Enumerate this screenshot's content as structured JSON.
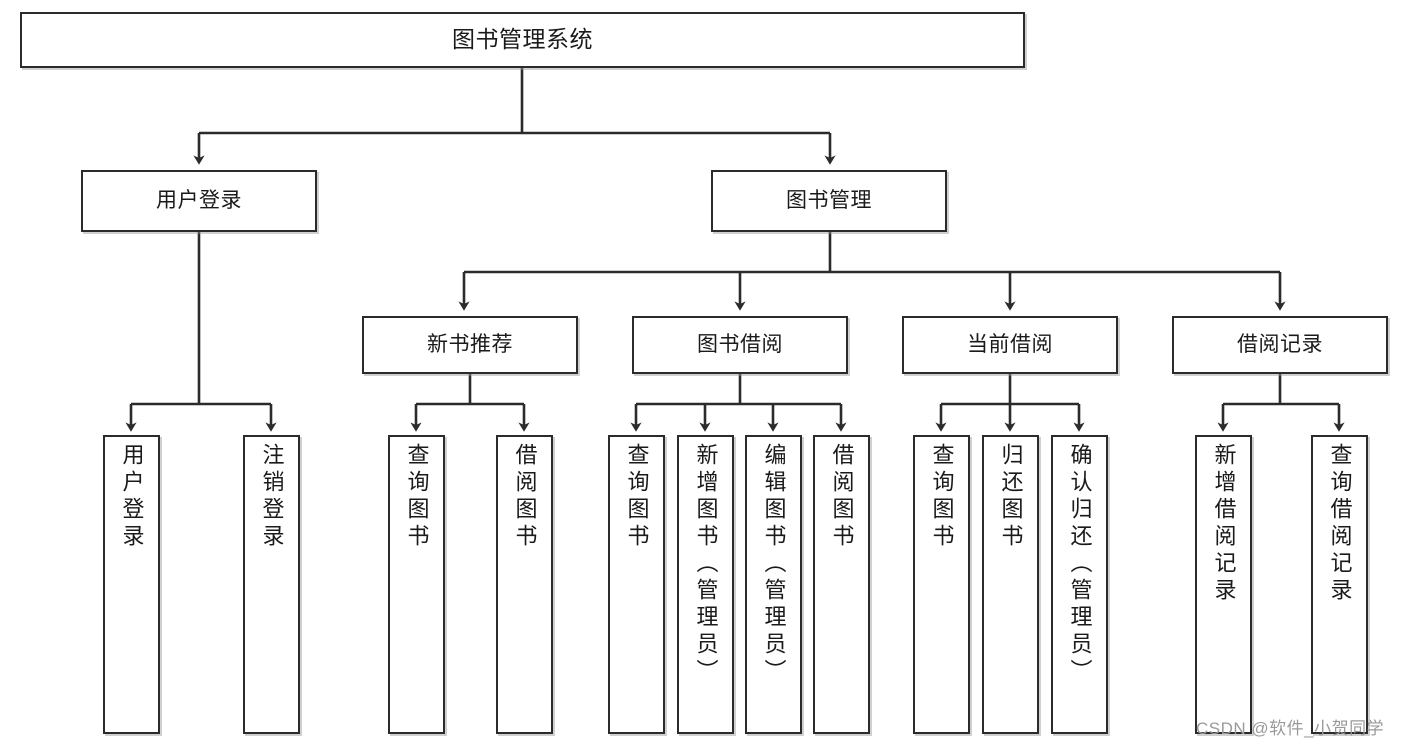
{
  "diagram": {
    "title": "图书管理系统",
    "type": "tree-hierarchy-chart",
    "colors": {
      "stroke": "#2b2b2b",
      "background": "#ffffff",
      "text": "#1a1a1a",
      "watermark": "#9a9a9a"
    }
  },
  "root": {
    "label": "图书管理系统"
  },
  "level2": [
    {
      "label": "用户登录"
    },
    {
      "label": "图书管理"
    }
  ],
  "level3": [
    {
      "label": "新书推荐"
    },
    {
      "label": "图书借阅"
    },
    {
      "label": "当前借阅"
    },
    {
      "label": "借阅记录"
    }
  ],
  "leaves": {
    "user_login": [
      {
        "label": "用户登录"
      },
      {
        "label": "注销登录"
      }
    ],
    "new_book_recommend": [
      {
        "label": "查询图书"
      },
      {
        "label": "借阅图书"
      }
    ],
    "book_borrow": [
      {
        "label": "查询图书"
      },
      {
        "label": "新增图书（管理员）"
      },
      {
        "label": "编辑图书（管理员）"
      },
      {
        "label": "借阅图书"
      }
    ],
    "current_borrow": [
      {
        "label": "查询图书"
      },
      {
        "label": "归还图书"
      },
      {
        "label": "确认归还（管理员）"
      }
    ],
    "borrow_record": [
      {
        "label": "新增借阅记录"
      },
      {
        "label": "查询借阅记录"
      }
    ]
  },
  "watermark": {
    "text": "CSDN @软件_小贺同学"
  }
}
